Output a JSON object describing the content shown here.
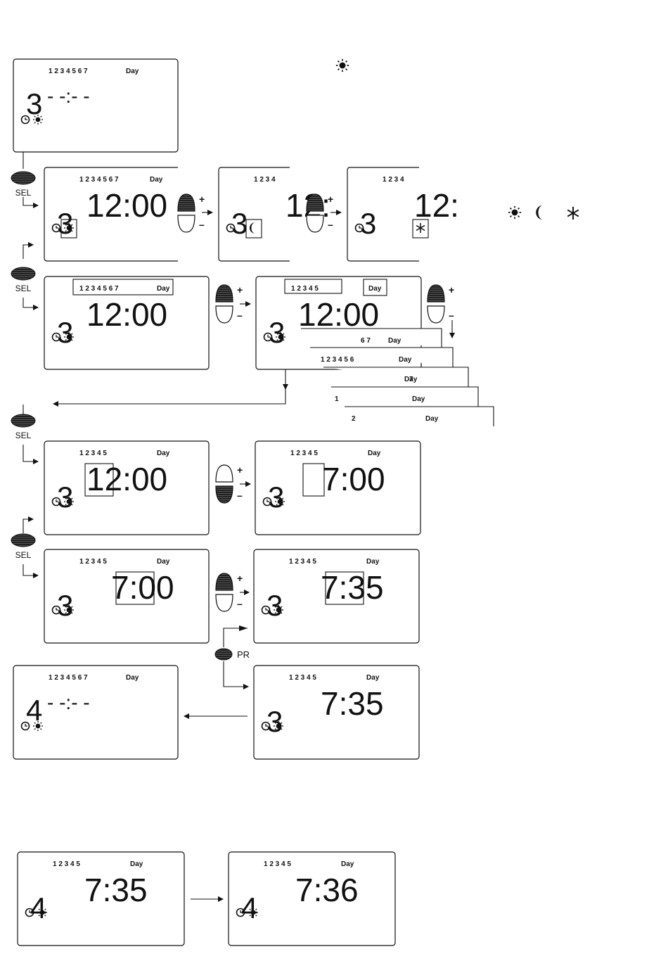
{
  "legend": {
    "modes_title_icon": "sun-icon",
    "mode_icons": [
      "sun-icon",
      "moon-icon",
      "snowflake-icon"
    ]
  },
  "buttons": {
    "sel": "SEL",
    "pr": "PR",
    "plus": "+",
    "minus": "–"
  },
  "screens": [
    {
      "id": "s1",
      "days": "1 2 3 4 5 6 7",
      "day_label": "Day",
      "program": "3",
      "time": "- -:- -",
      "mode": "sun",
      "dashed": true
    },
    {
      "id": "s2",
      "days": "1 2 3 4 5 6 7",
      "day_label": "Day",
      "program": "3",
      "time": "12:00",
      "mode": "sun",
      "highlight": "mode"
    },
    {
      "id": "s3",
      "days": "1 2 3 4",
      "day_label": "",
      "program": "3",
      "time": "12:",
      "mode": "moon",
      "highlight": "mode"
    },
    {
      "id": "s4",
      "days": "1 2 3 4",
      "day_label": "",
      "program": "3",
      "time": "12:",
      "mode": "snow",
      "highlight": "mode"
    },
    {
      "id": "s5",
      "days": "1 2 3 4 5 6 7",
      "day_label": "Day",
      "program": "3",
      "time": "12:00",
      "mode": "sun",
      "highlight": "days"
    },
    {
      "id": "s6",
      "days": "1 2 3 4 5",
      "day_label": "Day",
      "program": "3",
      "time": "12:00",
      "mode": "sun",
      "highlight": "days"
    },
    {
      "id": "s7",
      "days": "1 2 3 4 5",
      "day_label": "Day",
      "program": "3",
      "time": "12:00",
      "mode": "sun",
      "highlight": "hours"
    },
    {
      "id": "s8",
      "days": "1 2 3 4 5",
      "day_label": "Day",
      "program": "3",
      "time": "7:00",
      "mode": "sun",
      "highlight": "hours"
    },
    {
      "id": "s9",
      "days": "1 2 3 4 5",
      "day_label": "Day",
      "program": "3",
      "time": "7:00",
      "mode": "sun",
      "highlight": "minutes"
    },
    {
      "id": "s10",
      "days": "1 2 3 4 5",
      "day_label": "Day",
      "program": "3",
      "time": "7:35",
      "mode": "sun",
      "highlight": "minutes"
    },
    {
      "id": "s11",
      "days": "1 2 3 4 5 6 7",
      "day_label": "Day",
      "program": "4",
      "time": "- -:- -",
      "mode": "sun",
      "dashed": true
    },
    {
      "id": "s12",
      "days": "1 2 3 4 5",
      "day_label": "Day",
      "program": "3",
      "time": "7:35",
      "mode": "sun"
    },
    {
      "id": "s13",
      "days": "1 2 3 4 5",
      "day_label": "Day",
      "program": "4",
      "time": "7:35",
      "mode": "sun"
    },
    {
      "id": "s14",
      "days": "1 2 3 4 5",
      "day_label": "Day",
      "program": "4",
      "time": "7:36",
      "mode": "sun"
    }
  ],
  "day_groups": [
    {
      "days": "6 7",
      "day_label": "Day"
    },
    {
      "days": "1 2 3 4 5 6",
      "day_label": "Day"
    },
    {
      "days": "7",
      "day_label": "Day"
    },
    {
      "days": "1",
      "day_label": "Day"
    },
    {
      "days": "2",
      "day_label": "Day"
    }
  ]
}
